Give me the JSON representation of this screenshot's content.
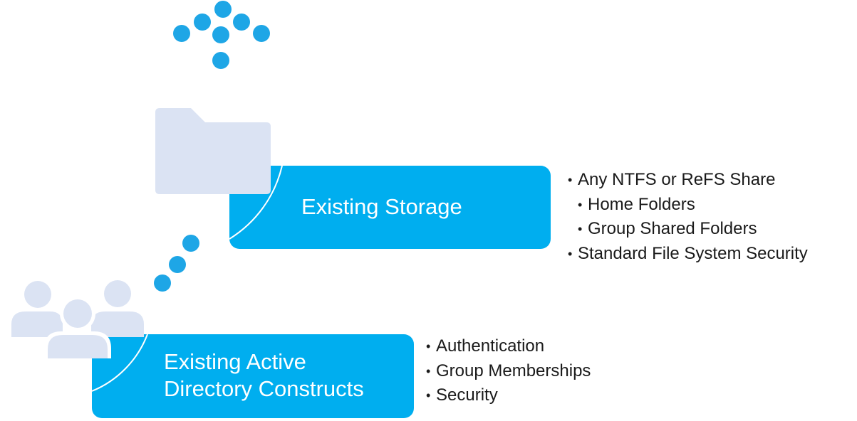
{
  "storage": {
    "label": "Existing Storage",
    "bullets": [
      {
        "text": "Any NTFS or ReFS Share",
        "indent": 0
      },
      {
        "text": "Home Folders",
        "indent": 1
      },
      {
        "text": "Group Shared Folders",
        "indent": 1
      },
      {
        "text": "Standard File System Security",
        "indent": 0
      }
    ]
  },
  "directory": {
    "label": "Existing Active\nDirectory Constructs",
    "bullets": [
      {
        "text": "Authentication",
        "indent": 0
      },
      {
        "text": "Group Memberships",
        "indent": 0
      },
      {
        "text": "Security",
        "indent": 0
      }
    ]
  },
  "bullet_symbol": "•",
  "icons": {
    "top": "dotted-arrow-icon",
    "storage": "folder-icon",
    "connector": "dotted-connector-icon",
    "directory": "users-group-icon"
  },
  "colors": {
    "box": "#00aeef",
    "dots": "#1ea6e6",
    "icon_fill": "#dbe3f3",
    "text": "#1a1a1a"
  }
}
